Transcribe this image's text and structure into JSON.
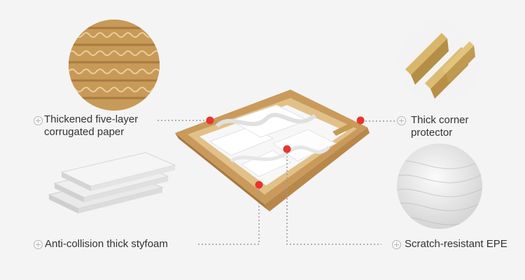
{
  "callouts": {
    "corrugated": {
      "line1": "Thickened five-layer",
      "line2": "corrugated paper"
    },
    "corner": {
      "line1": "Thick corner",
      "line2": "protector"
    },
    "styfoam": {
      "text": "Anti-collision thick styfoam"
    },
    "epe": {
      "text": "Scratch-resistant EPE"
    }
  },
  "colors": {
    "background": "#f4f4f4",
    "marker": "#e8342f",
    "cardboard": "#c79a5c",
    "brass": "#c9a55a"
  },
  "icons": [
    "plus-circle-icon",
    "marker-dot-icon"
  ]
}
